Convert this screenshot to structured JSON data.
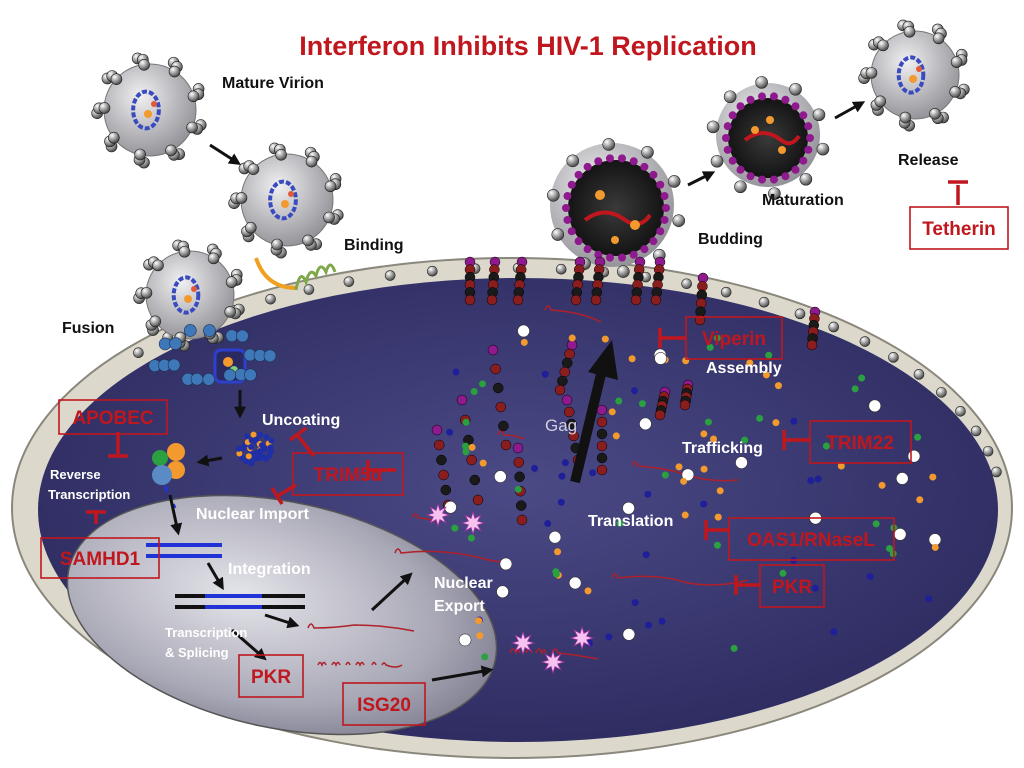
{
  "title": "Interferon Inhibits HIV-1 Replication",
  "stages": {
    "mature_virion": "Mature Virion",
    "binding": "Binding",
    "fusion": "Fusion",
    "uncoating": "Uncoating",
    "reverse_transcription": [
      "Reverse",
      "Transcription"
    ],
    "nuclear_import": "Nuclear Import",
    "integration": "Integration",
    "transcription_splicing": [
      "Transcription",
      "& Splicing"
    ],
    "nuclear_export": [
      "Nuclear",
      "Export"
    ],
    "translation": "Translation",
    "trafficking": "Trafficking",
    "assembly": "Assembly",
    "gag": "Gag",
    "budding": "Budding",
    "maturation": "Maturation",
    "release": "Release"
  },
  "restriction_factors": {
    "apobec": "APOBEC",
    "samhd1": "SAMHD1",
    "trim5a": "TRIM5α",
    "pkr_nucleus": "PKR",
    "isg20": "ISG20",
    "viperin": "Viperin",
    "trim22": "TRIM22",
    "oas1_rnasel": "OAS1/RNaseL",
    "pkr_cytoplasm": "PKR",
    "tetherin": "Tetherin"
  },
  "colors": {
    "title_red": "#c0171e",
    "cytoplasm": "#36346e",
    "membrane": "#d9d6c9",
    "nucleus": "#b9b8c4",
    "dna_blue": "#1f33d6",
    "virion_grey": "#c9c9cc",
    "gag_purple": "#8e1a8e"
  }
}
